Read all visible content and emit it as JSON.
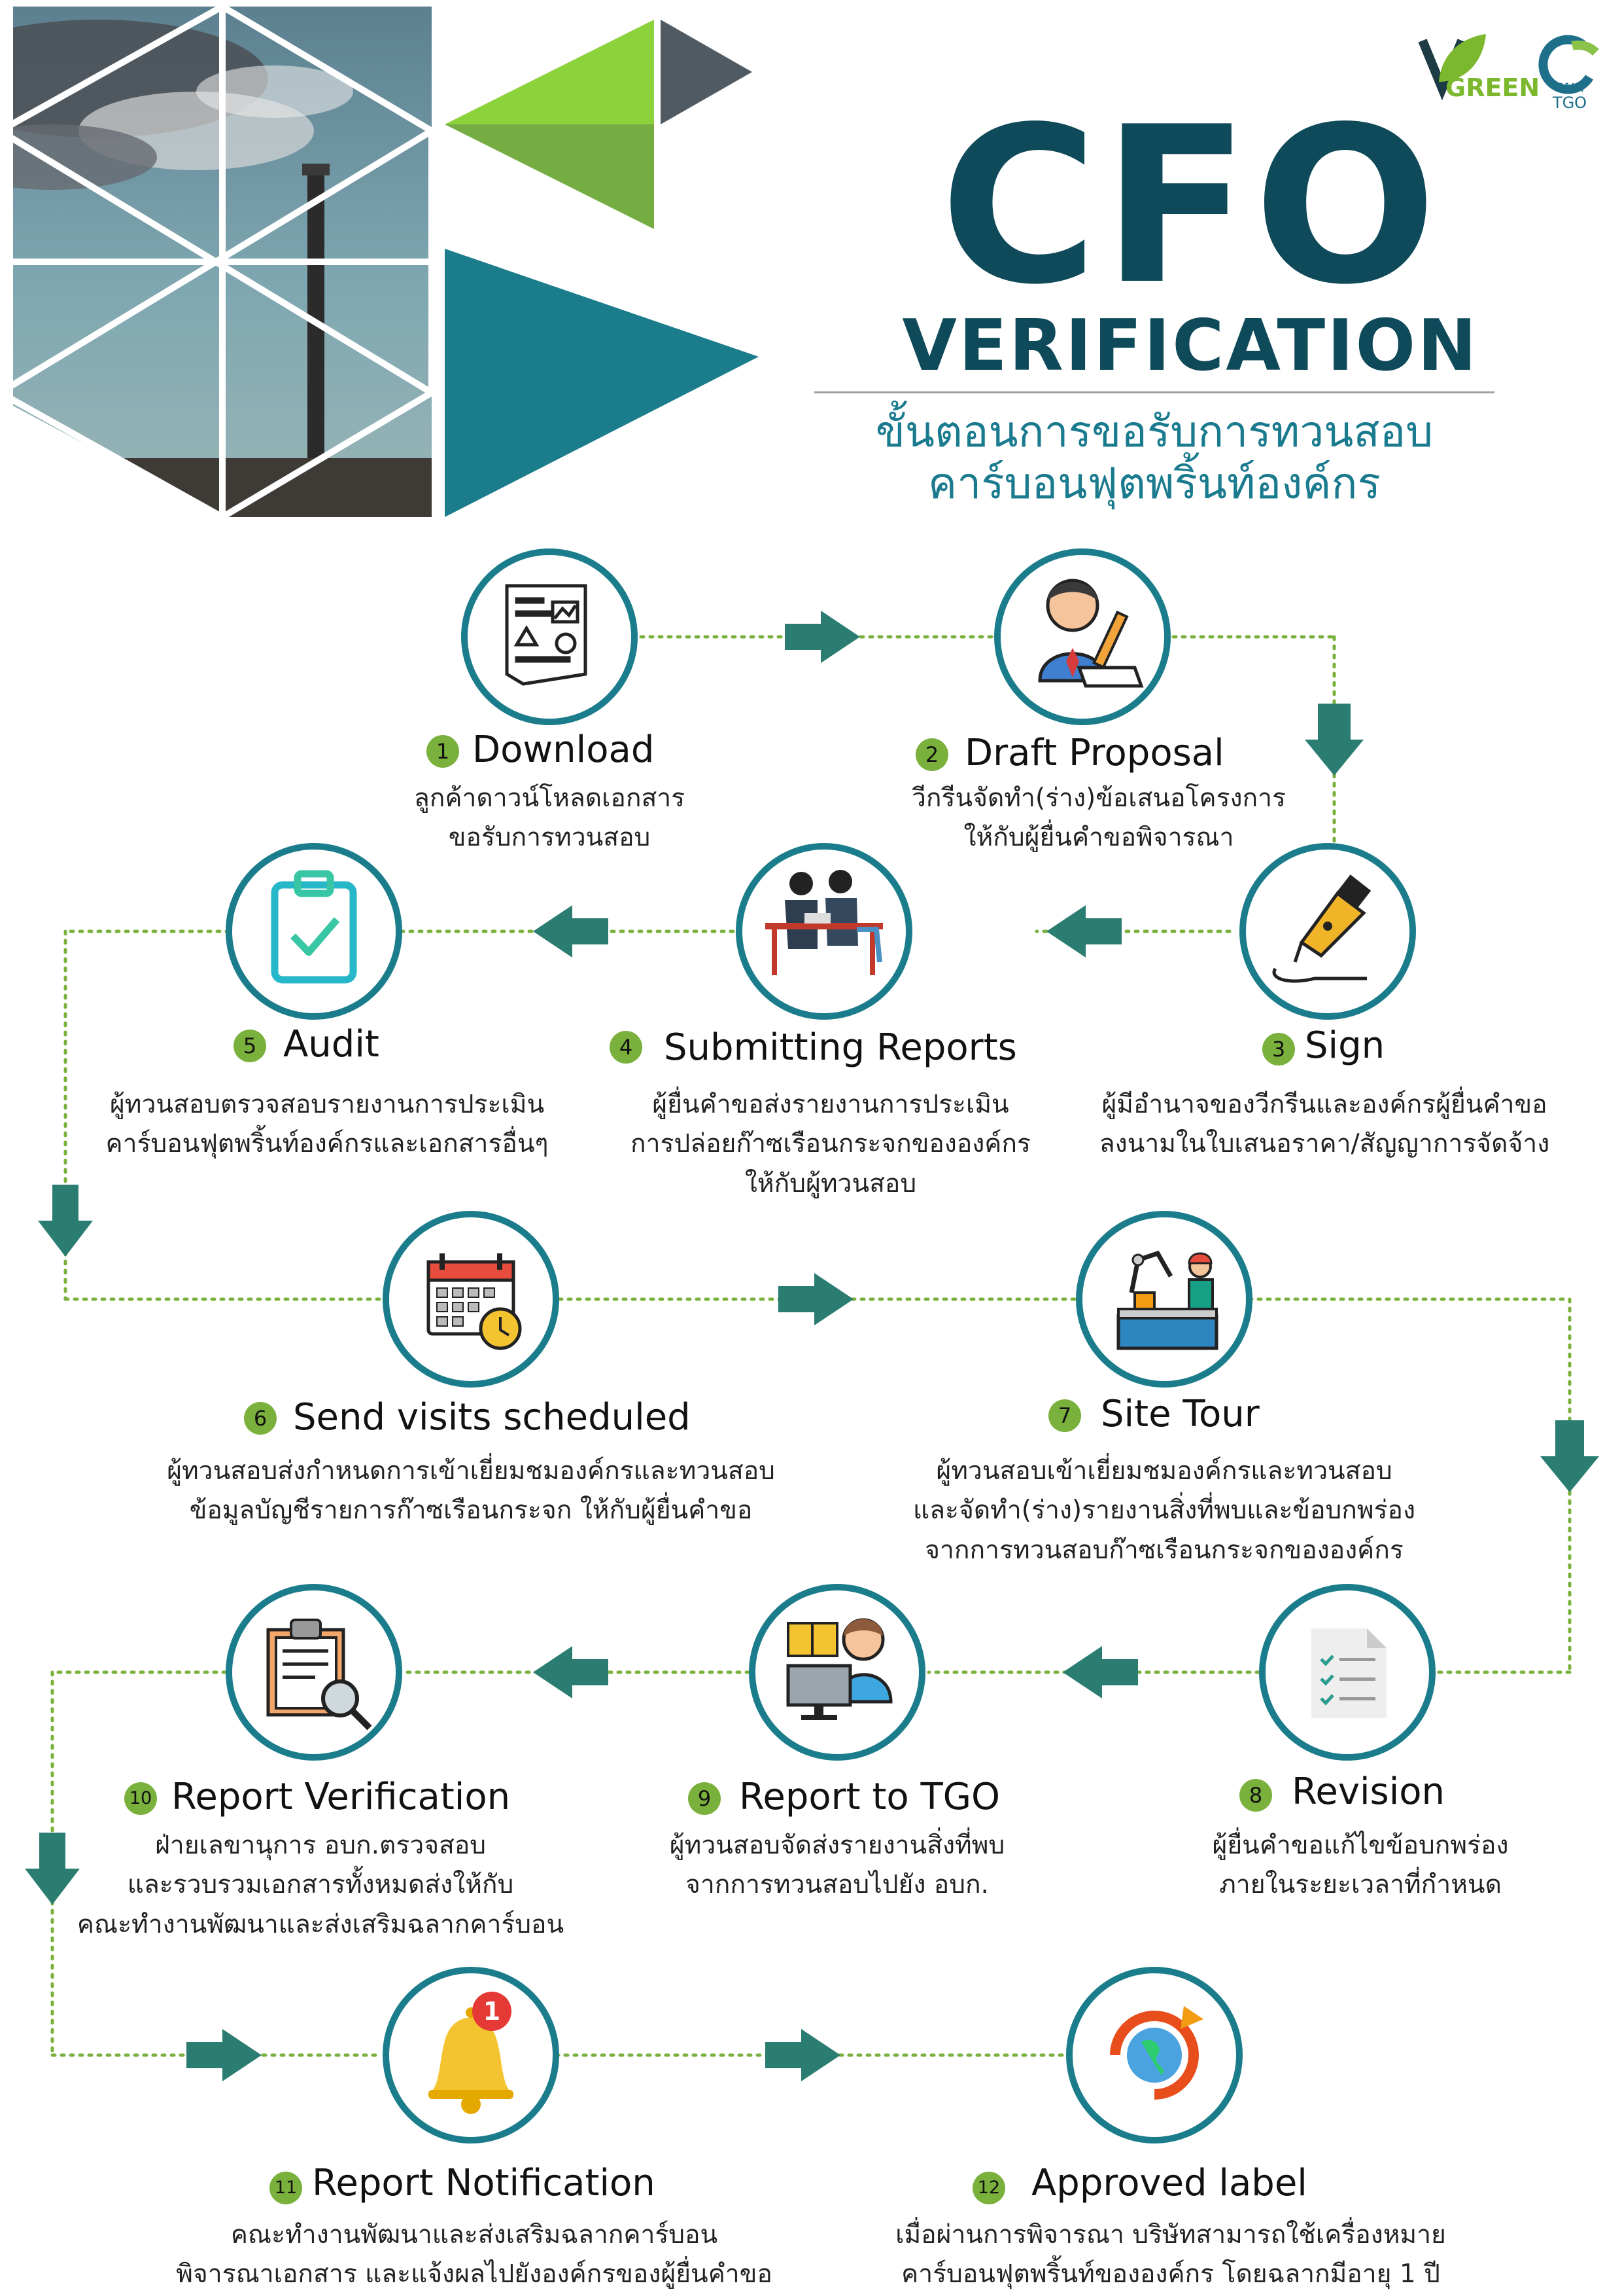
{
  "brand": {
    "green_logo_text": "GREEN",
    "tgo_logo_text": "อบก\nTGO"
  },
  "header": {
    "title": "CFO",
    "subtitle_en": "VERIFICATION",
    "subtitle_th_line1": "ขั้นตอนการขอรับการทวนสอบ",
    "subtitle_th_line2": "คาร์บอนฟุตพริ้นท์องค์กร"
  },
  "steps": [
    {
      "num": "1",
      "title": "Download",
      "icon": "document-icon",
      "desc": [
        "ลูกค้าดาวน์โหลดเอกสาร",
        "ขอรับการทวนสอบ"
      ]
    },
    {
      "num": "2",
      "title": "Draft Proposal",
      "icon": "person-writing-icon",
      "desc": [
        "วีกรีนจัดทำ(ร่าง)ข้อเสนอโครงการ",
        "ให้กับผู้ยื่นคำขอพิจารณา"
      ]
    },
    {
      "num": "3",
      "title": "Sign",
      "icon": "pen-sign-icon",
      "desc": [
        "ผู้มีอำนาจของวีกรีนและองค์กรผู้ยื่นคำขอ",
        "ลงนามในใบเสนอราคา/สัญญาการจัดจ้าง"
      ]
    },
    {
      "num": "4",
      "title": "Submitting Reports",
      "icon": "meeting-icon",
      "desc": [
        "ผู้ยื่นคำขอส่งรายงานการประเมิน",
        "การปล่อยก๊าซเรือนกระจกขององค์กร",
        "ให้กับผู้ทวนสอบ"
      ]
    },
    {
      "num": "5",
      "title": "Audit",
      "icon": "clipboard-check-icon",
      "desc": [
        "ผู้ทวนสอบตรวจสอบรายงานการประเมิน",
        "คาร์บอนฟุตพริ้นท์องค์กรและเอกสารอื่นๆ"
      ]
    },
    {
      "num": "6",
      "title": "Send visits scheduled",
      "icon": "calendar-clock-icon",
      "desc": [
        "ผู้ทวนสอบส่งกำหนดการเข้าเยี่ยมชมองค์กรและทวนสอบ",
        "ข้อมูลบัญชีรายการก๊าซเรือนกระจก ให้กับผู้ยื่นคำขอ"
      ]
    },
    {
      "num": "7",
      "title": "Site Tour",
      "icon": "factory-worker-icon",
      "desc": [
        "ผู้ทวนสอบเข้าเยี่ยมชมองค์กรและทวนสอบ",
        "และจัดทำ(ร่าง)รายงานสิ่งที่พบและข้อบกพร่อง",
        "จากการทวนสอบก๊าซเรือนกระจกขององค์กร"
      ]
    },
    {
      "num": "8",
      "title": "Revision",
      "icon": "checklist-document-icon",
      "desc": [
        "ผู้ยื่นคำขอแก้ไขข้อบกพร่อง",
        "ภายในระยะเวลาที่กำหนด"
      ]
    },
    {
      "num": "9",
      "title": "Report to TGO",
      "icon": "person-computer-icon",
      "desc": [
        "ผู้ทวนสอบจัดส่งรายงานสิ่งที่พบ",
        "จากการทวนสอบไปยัง อบก."
      ]
    },
    {
      "num": "10",
      "title": "Report Verification",
      "icon": "clipboard-search-icon",
      "desc": [
        "ฝ่ายเลขานุการ อบก.ตรวจสอบ",
        "และรวบรวมเอกสารทั้งหมดส่งให้กับ",
        "คณะทำงานพัฒนาและส่งเสริมฉลากคาร์บอน"
      ]
    },
    {
      "num": "11",
      "title": "Report Notification",
      "icon": "bell-notification-icon",
      "badge": "1",
      "desc": [
        "คณะทำงานพัฒนาและส่งเสริมฉลากคาร์บอน",
        "พิจารณาเอกสาร และแจ้งผลไปยังองค์กรของผู้ยื่นคำขอ"
      ]
    },
    {
      "num": "12",
      "title": "Approved label",
      "icon": "co2-label-icon",
      "desc": [
        "เมื่อผ่านการพิจารณา บริษัทสามารถใช้เครื่องหมาย",
        "คาร์บอนฟุตพริ้นท์ขององค์กร โดยฉลากมีอายุ 1 ปี"
      ]
    }
  ],
  "colors": {
    "teal": "#2a7d70",
    "dark_teal": "#0f4a5a",
    "green": "#7ab13c",
    "circle_border": "#1b7d8c",
    "dotted_line": "#7ab13c"
  }
}
